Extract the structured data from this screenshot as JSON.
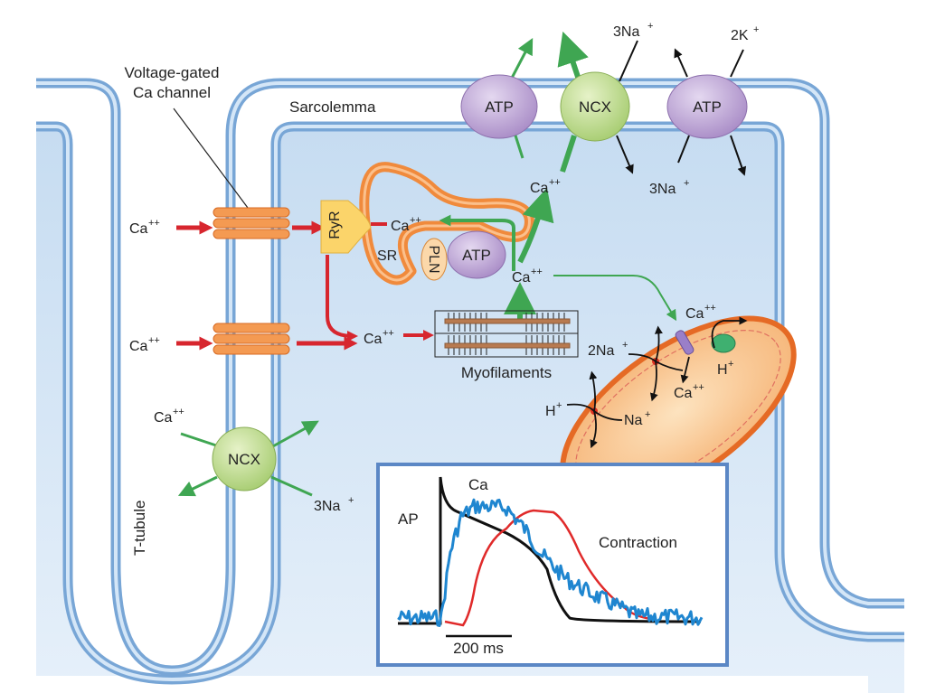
{
  "labels": {
    "voltage_gated_1": "Voltage-gated",
    "voltage_gated_2": "Ca channel",
    "sarcolemma": "Sarcolemma",
    "t_tubule": "T-tubule",
    "ryr": "RyR",
    "sr": "SR",
    "pln": "PLN",
    "atp": "ATP",
    "ncx": "NCX",
    "myofilaments": "Myofilaments",
    "ca": "Ca",
    "plusplus": "++",
    "plus": "+",
    "na3": "3Na",
    "na2": "2Na",
    "na": "Na",
    "k2": "2K",
    "h": "H"
  },
  "inset": {
    "ap": "AP",
    "ca": "Ca",
    "contraction": "Contraction",
    "scale": "200 ms"
  },
  "colors": {
    "membrane": "#78a6d6",
    "membrane_inner": "#d4e6f7",
    "cytoplasm": "#cfe1f3",
    "influx_arrow": "#d7262e",
    "efflux_arrow": "#3fa652",
    "atp": "#b59bd0",
    "ncx": "#b8d88a",
    "sr": "#f08a3c",
    "mitochondrion": "#f5b878",
    "ap_trace": "#111111",
    "ca_trace": "#1f86d0",
    "contraction_trace": "#e02a2a",
    "inset_border": "#5b87c5"
  }
}
